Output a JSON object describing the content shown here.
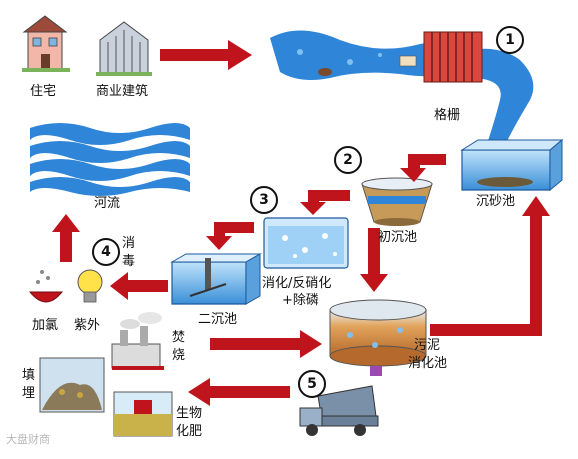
{
  "labels": {
    "residence": "住宅",
    "commercial": "商业建筑",
    "screen": "格栅",
    "grit": "沉砂池",
    "river": "河流",
    "primary": "初沉池",
    "nitrification_line1": "消化/反硝化",
    "nitrification_line2": "+除磷",
    "secondary": "二沉池",
    "disinfect_line1": "消",
    "disinfect_line2": "毒",
    "chlorine": "加氯",
    "uv": "紫外",
    "digester_line1": "污泥",
    "digester_line2": "消化池",
    "incinerate_line1": "焚",
    "incinerate_line2": "烧",
    "landfill_line1": "填",
    "landfill_line2": "埋",
    "fertilizer_line1": "生物",
    "fertilizer_line2": "化肥"
  },
  "steps": [
    "1",
    "2",
    "3",
    "4",
    "5"
  ],
  "watermark": "大盘财商",
  "colors": {
    "arrow": "#c0141c",
    "water": "#2f86d8",
    "water_light": "#7fc0f0"
  }
}
